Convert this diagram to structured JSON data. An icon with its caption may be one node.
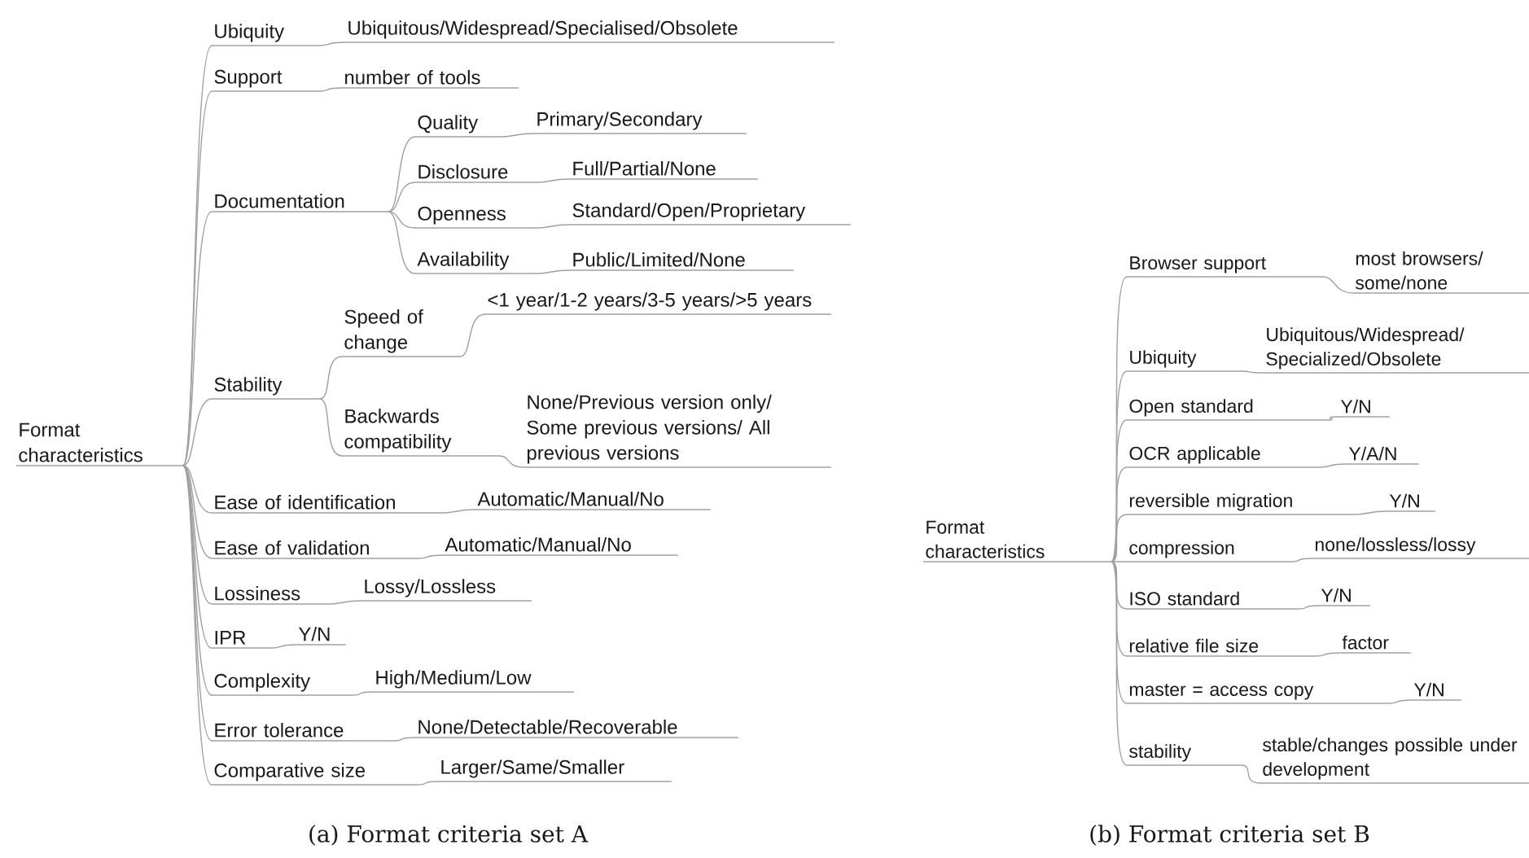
{
  "diagram": {
    "nodes": [
      {
        "text": [
          "Format characteristics"
        ]
      },
      {
        "text": [
          "Ubiquity"
        ]
      },
      {
        "text": [
          "Ubiquitous/Widespread/Specialised/Obsolete"
        ]
      },
      {
        "text": [
          "Support"
        ]
      },
      {
        "text": [
          "number of tools"
        ]
      },
      {
        "text": [
          "Documentation"
        ]
      },
      {
        "text": [
          "Quality"
        ]
      },
      {
        "text": [
          "Primary/Secondary"
        ]
      },
      {
        "text": [
          "Disclosure"
        ]
      },
      {
        "text": [
          "Full/Partial/None"
        ]
      },
      {
        "text": [
          "Openness"
        ]
      },
      {
        "text": [
          "Standard/Open/Proprietary"
        ]
      },
      {
        "text": [
          "Availability"
        ]
      },
      {
        "text": [
          "Public/Limited/None"
        ]
      },
      {
        "text": [
          "Stability"
        ]
      },
      {
        "text": [
          "Speed of change"
        ]
      },
      {
        "text": [
          "<1 year/1-2 years/3-5 years/>5 years"
        ]
      },
      {
        "text": [
          "Backwards compatibility"
        ]
      },
      {
        "text": [
          "None/Previous version only/ Some previous versions/ All previous versions"
        ]
      },
      {
        "text": [
          "Ease of identification"
        ]
      },
      {
        "text": [
          "Automatic/Manual/No"
        ]
      },
      {
        "text": [
          "Ease of validation"
        ]
      },
      {
        "text": [
          "Automatic/Manual/No"
        ]
      },
      {
        "text": [
          "Lossiness"
        ]
      },
      {
        "text": [
          "Lossy/Lossless"
        ]
      },
      {
        "text": [
          "IPR"
        ]
      },
      {
        "text": [
          "Y/N"
        ]
      },
      {
        "text": [
          "Complexity"
        ]
      },
      {
        "text": [
          "High/Medium/Low"
        ]
      },
      {
        "text": [
          "Error tolerance"
        ]
      },
      {
        "text": [
          "None/Detectable/Recoverable"
        ]
      },
      {
        "text": [
          "Comparative size"
        ]
      },
      {
        "text": [
          "Larger/Same/Smaller"
        ]
      },
      {
        "text": [
          "Format characteristics"
        ]
      },
      {
        "text": [
          "Browser support"
        ]
      },
      {
        "text": [
          "most browsers/ some/none"
        ]
      },
      {
        "text": [
          "Ubiquity"
        ]
      },
      {
        "text": [
          "Ubiquitous/Widespread/ Specialized/Obsolete"
        ]
      },
      {
        "text": [
          "Open standard"
        ]
      },
      {
        "text": [
          "Y/N"
        ]
      },
      {
        "text": [
          "OCR applicable"
        ]
      },
      {
        "text": [
          "Y/A/N"
        ]
      },
      {
        "text": [
          "reversible migration"
        ]
      },
      {
        "text": [
          "Y/N"
        ]
      },
      {
        "text": [
          "compression"
        ]
      },
      {
        "text": [
          "none/lossless/lossy"
        ]
      },
      {
        "text": [
          "ISO standard"
        ]
      },
      {
        "text": [
          "Y/N"
        ]
      },
      {
        "text": [
          "relative file size"
        ]
      },
      {
        "text": [
          "factor"
        ]
      },
      {
        "text": [
          "master = access copy"
        ]
      },
      {
        "text": [
          "Y/N"
        ]
      },
      {
        "text": [
          "stability"
        ]
      },
      {
        "text": [
          "stable/changes possible under development"
        ]
      }
    ],
    "edges": [
      {
        "from": 0,
        "to": 1,
        "arrow": "none"
      },
      {
        "from": 1,
        "to": 2,
        "arrow": "none"
      },
      {
        "from": 0,
        "to": 3,
        "arrow": "none"
      },
      {
        "from": 3,
        "to": 4,
        "arrow": "none"
      },
      {
        "from": 0,
        "to": 5,
        "arrow": "none"
      },
      {
        "from": 5,
        "to": 6,
        "arrow": "none"
      },
      {
        "from": 6,
        "to": 7,
        "arrow": "none"
      },
      {
        "from": 5,
        "to": 8,
        "arrow": "none"
      },
      {
        "from": 8,
        "to": 9,
        "arrow": "none"
      },
      {
        "from": 5,
        "to": 10,
        "arrow": "none"
      },
      {
        "from": 10,
        "to": 11,
        "arrow": "none"
      },
      {
        "from": 5,
        "to": 12,
        "arrow": "none"
      },
      {
        "from": 12,
        "to": 13,
        "arrow": "none"
      },
      {
        "from": 0,
        "to": 14,
        "arrow": "none"
      },
      {
        "from": 14,
        "to": 15,
        "arrow": "none"
      },
      {
        "from": 15,
        "to": 16,
        "arrow": "none"
      },
      {
        "from": 14,
        "to": 17,
        "arrow": "none"
      },
      {
        "from": 17,
        "to": 18,
        "arrow": "none"
      },
      {
        "from": 0,
        "to": 19,
        "arrow": "none"
      },
      {
        "from": 19,
        "to": 20,
        "arrow": "none"
      },
      {
        "from": 0,
        "to": 21,
        "arrow": "none"
      },
      {
        "from": 21,
        "to": 22,
        "arrow": "none"
      },
      {
        "from": 0,
        "to": 23,
        "arrow": "none"
      },
      {
        "from": 23,
        "to": 24,
        "arrow": "none"
      },
      {
        "from": 0,
        "to": 25,
        "arrow": "none"
      },
      {
        "from": 25,
        "to": 26,
        "arrow": "none"
      },
      {
        "from": 0,
        "to": 27,
        "arrow": "none"
      },
      {
        "from": 27,
        "to": 28,
        "arrow": "none"
      },
      {
        "from": 0,
        "to": 29,
        "arrow": "none"
      },
      {
        "from": 29,
        "to": 30,
        "arrow": "none"
      },
      {
        "from": 0,
        "to": 31,
        "arrow": "none"
      },
      {
        "from": 31,
        "to": 32,
        "arrow": "none"
      },
      {
        "from": 33,
        "to": 34,
        "arrow": "none"
      },
      {
        "from": 34,
        "to": 35,
        "arrow": "none"
      },
      {
        "from": 33,
        "to": 36,
        "arrow": "none"
      },
      {
        "from": 36,
        "to": 37,
        "arrow": "none"
      },
      {
        "from": 33,
        "to": 38,
        "arrow": "none"
      },
      {
        "from": 38,
        "to": 39,
        "arrow": "none"
      },
      {
        "from": 33,
        "to": 40,
        "arrow": "none"
      },
      {
        "from": 40,
        "to": 41,
        "arrow": "none"
      },
      {
        "from": 33,
        "to": 42,
        "arrow": "none"
      },
      {
        "from": 42,
        "to": 43,
        "arrow": "none"
      },
      {
        "from": 33,
        "to": 44,
        "arrow": "none"
      },
      {
        "from": 44,
        "to": 45,
        "arrow": "none"
      },
      {
        "from": 33,
        "to": 46,
        "arrow": "none"
      },
      {
        "from": 46,
        "to": 47,
        "arrow": "none"
      },
      {
        "from": 33,
        "to": 48,
        "arrow": "none"
      },
      {
        "from": 48,
        "to": 49,
        "arrow": "none"
      },
      {
        "from": 33,
        "to": 50,
        "arrow": "none"
      },
      {
        "from": 50,
        "to": 51,
        "arrow": "none"
      },
      {
        "from": 33,
        "to": 52,
        "arrow": "none"
      },
      {
        "from": 52,
        "to": 53,
        "arrow": "none"
      }
    ],
    "labels": [
      "(a) Format criteria set A",
      "(b) Format criteria set B"
    ]
  }
}
